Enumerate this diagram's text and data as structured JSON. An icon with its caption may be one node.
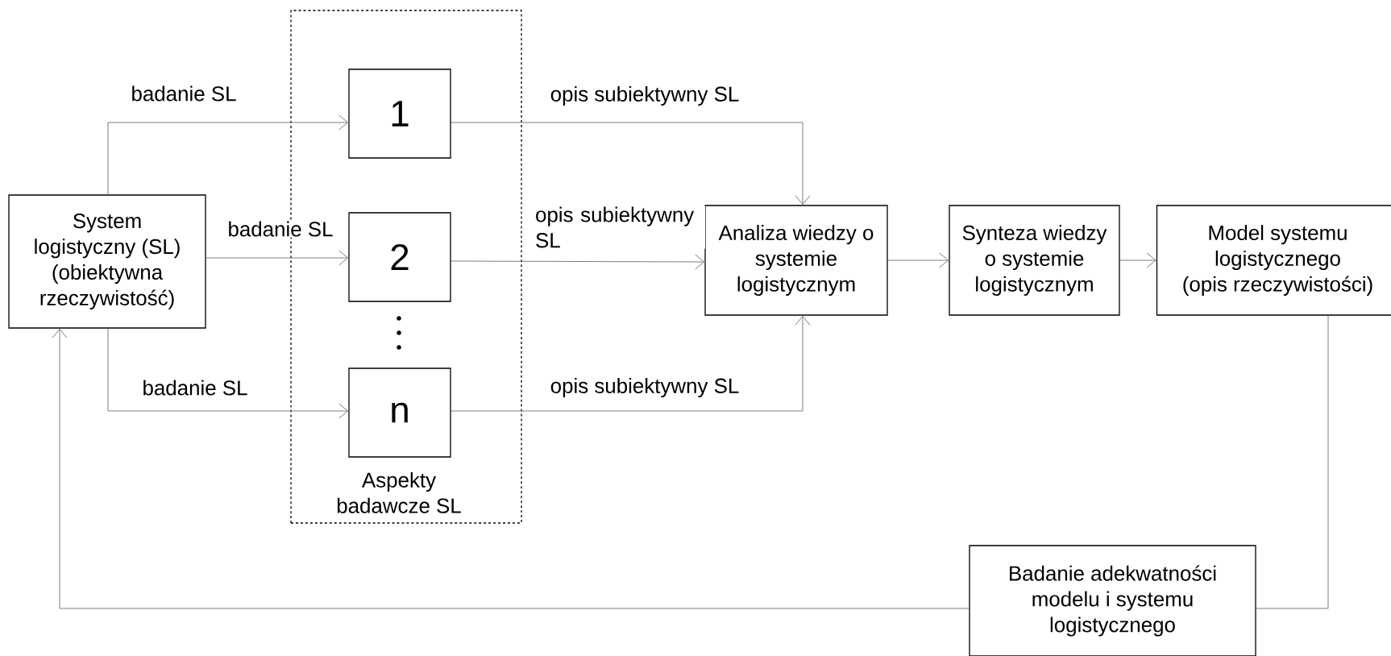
{
  "diagram": {
    "nodes": [
      {
        "text": [
          "System logistyczny (SL) (obiektywna rzeczywistość)"
        ]
      },
      {
        "text": [
          "Aspekty badawcze SL"
        ]
      },
      {
        "text": [
          "1"
        ],
        "in": 1
      },
      {
        "text": [
          "2"
        ],
        "in": 1
      },
      {
        "text": [
          "n"
        ],
        "in": 1
      },
      {
        "text": [
          "Analiza wiedzy o systemie logistycznym"
        ]
      },
      {
        "text": [
          "Synteza wiedzy o systemie logistycznym"
        ]
      },
      {
        "text": [
          "Model systemu logistycznego (opis rzeczywistości)"
        ]
      },
      {
        "text": [
          "Badanie adekwatności modelu i systemu logistycznego"
        ]
      }
    ],
    "edges": [
      {
        "from": 0,
        "to": 2,
        "arrow": "to",
        "label": "badanie SL"
      },
      {
        "from": 0,
        "to": 3,
        "arrow": "to",
        "label": "badanie SL"
      },
      {
        "from": 0,
        "to": 4,
        "arrow": "to",
        "label": "badanie SL"
      },
      {
        "from": 2,
        "to": 5,
        "arrow": "to",
        "label": "opis subiektywny SL"
      },
      {
        "from": 3,
        "to": 5,
        "arrow": "to",
        "label": "opis subiektywny SL"
      },
      {
        "from": 4,
        "to": 5,
        "arrow": "to",
        "label": "opis subiektywny SL"
      },
      {
        "from": 5,
        "to": 6,
        "arrow": "to"
      },
      {
        "from": 6,
        "to": 7,
        "arrow": "to"
      },
      {
        "from": 7,
        "to": 8,
        "arrow": "none"
      },
      {
        "from": 8,
        "to": 0,
        "arrow": "to"
      }
    ]
  }
}
